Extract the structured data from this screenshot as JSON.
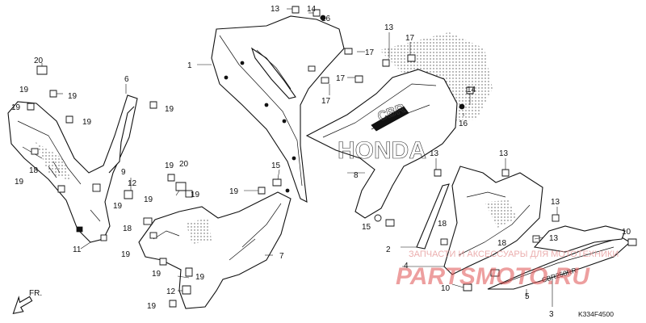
{
  "diagram": {
    "code": "K334F4500",
    "front_label": "FR.",
    "brand_ghost": "HONDA",
    "decal_ghost": "CBR",
    "decal_lower": "CBR250RR",
    "watermark_small": "ЗАПЧАСТИ И АКСЕССУАРЫ ДЛЯ МОТОТЕХНИКИ",
    "watermark_large": "PARTSMOTO.RU"
  },
  "callouts": [
    {
      "id": "c1",
      "text": "1"
    },
    {
      "id": "c2",
      "text": "2"
    },
    {
      "id": "c3",
      "text": "3"
    },
    {
      "id": "c4",
      "text": "4"
    },
    {
      "id": "c5",
      "text": "5"
    },
    {
      "id": "c6",
      "text": "6"
    },
    {
      "id": "c7",
      "text": "7"
    },
    {
      "id": "c8",
      "text": "8"
    },
    {
      "id": "c9",
      "text": "9"
    },
    {
      "id": "c10a",
      "text": "10"
    },
    {
      "id": "c10b",
      "text": "10"
    },
    {
      "id": "c11",
      "text": "11"
    },
    {
      "id": "c12a",
      "text": "12"
    },
    {
      "id": "c12b",
      "text": "12"
    },
    {
      "id": "c13a",
      "text": "13"
    },
    {
      "id": "c13b",
      "text": "13"
    },
    {
      "id": "c13c",
      "text": "13"
    },
    {
      "id": "c13d",
      "text": "13"
    },
    {
      "id": "c13e",
      "text": "13"
    },
    {
      "id": "c13f",
      "text": "13"
    },
    {
      "id": "c14a",
      "text": "14"
    },
    {
      "id": "c14b",
      "text": "14"
    },
    {
      "id": "c15a",
      "text": "15"
    },
    {
      "id": "c15b",
      "text": "15"
    },
    {
      "id": "c16a",
      "text": "16"
    },
    {
      "id": "c16b",
      "text": "16"
    },
    {
      "id": "c17a",
      "text": "17"
    },
    {
      "id": "c17b",
      "text": "17"
    },
    {
      "id": "c17c",
      "text": "17"
    },
    {
      "id": "c17d",
      "text": "17"
    },
    {
      "id": "c18a",
      "text": "18"
    },
    {
      "id": "c18b",
      "text": "18"
    },
    {
      "id": "c18c",
      "text": "18"
    },
    {
      "id": "c18d",
      "text": "18"
    },
    {
      "id": "c19a",
      "text": "19"
    },
    {
      "id": "c19b",
      "text": "19"
    },
    {
      "id": "c19c",
      "text": "19"
    },
    {
      "id": "c19d",
      "text": "19"
    },
    {
      "id": "c19e",
      "text": "19"
    },
    {
      "id": "c19f",
      "text": "19"
    },
    {
      "id": "c19g",
      "text": "19"
    },
    {
      "id": "c19h",
      "text": "19"
    },
    {
      "id": "c19i",
      "text": "19"
    },
    {
      "id": "c19j",
      "text": "19"
    },
    {
      "id": "c19k",
      "text": "19"
    },
    {
      "id": "c19l",
      "text": "19"
    },
    {
      "id": "c19m",
      "text": "19"
    },
    {
      "id": "c19n",
      "text": "19"
    },
    {
      "id": "c19o",
      "text": "19"
    },
    {
      "id": "c20a",
      "text": "20"
    },
    {
      "id": "c20b",
      "text": "20"
    }
  ]
}
